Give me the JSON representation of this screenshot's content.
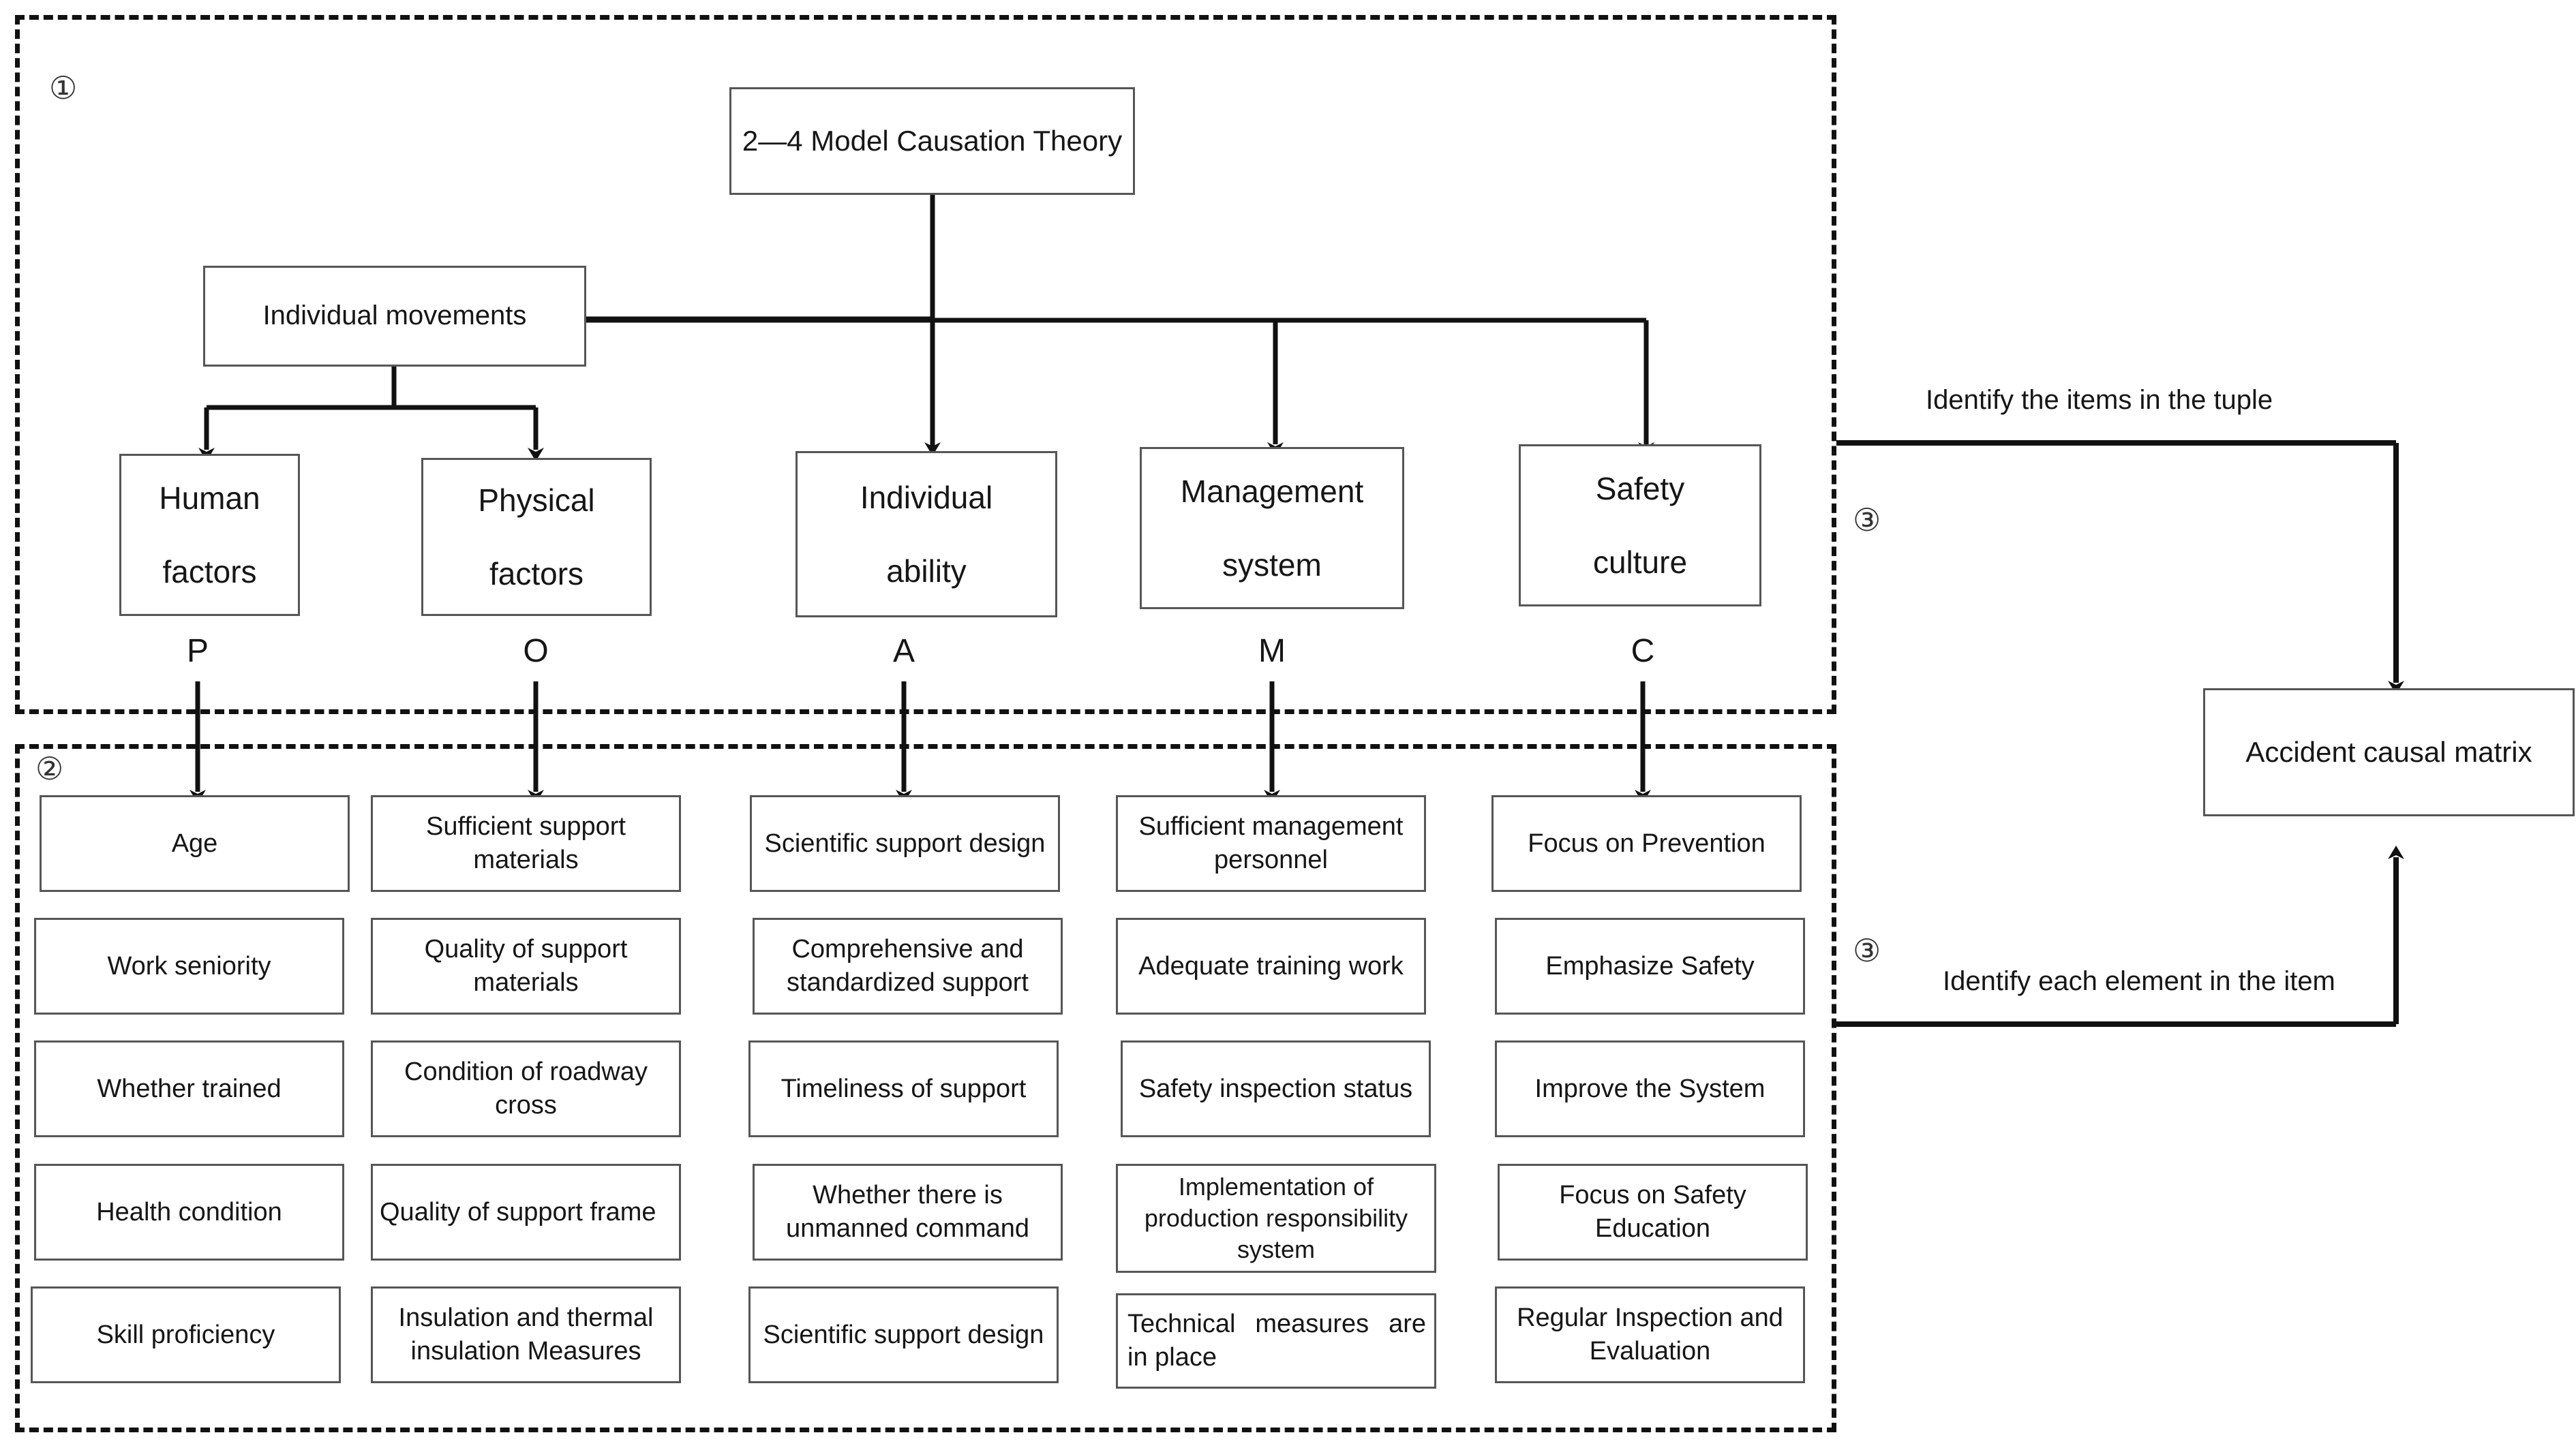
{
  "diagram": {
    "title_box": "2—4 Model Causation Theory",
    "level2": {
      "individual_movements": "Individual movements"
    },
    "level3": [
      {
        "label": "Human\nfactors",
        "line1": "Human",
        "line2": "factors",
        "tuple_letter": "P"
      },
      {
        "label": "Physical\nfactors",
        "line1": "Physical",
        "line2": "factors",
        "tuple_letter": "O"
      },
      {
        "label": "Individual\nability",
        "line1": "Individual",
        "line2": "ability",
        "tuple_letter": "A"
      },
      {
        "label": "Management\nsystem",
        "line1": "Management",
        "line2": "system",
        "tuple_letter": "M"
      },
      {
        "label": "Safety\nculture",
        "line1": "Safety",
        "line2": "culture",
        "tuple_letter": "C"
      }
    ],
    "elements": {
      "P": [
        "Age",
        "Work seniority",
        "Whether trained",
        "Health condition",
        "Skill proficiency"
      ],
      "O": [
        "Sufficient support materials",
        "Quality of support materials",
        "Condition of roadway cross",
        "Quality of support frame",
        "Insulation and thermal insulation Measures"
      ],
      "A": [
        "Scientific support design",
        "Comprehensive and standardized support",
        "Timeliness of support",
        "Whether there is unmanned command",
        "Scientific support design"
      ],
      "M": [
        "Sufficient management personnel",
        "Adequate training work",
        "Safety inspection status",
        "Implementation of production responsibility system",
        "Technical measures are in place"
      ],
      "C": [
        "Focus on Prevention",
        "Emphasize Safety",
        "Improve the System",
        "Focus on Safety Education",
        "Regular Inspection and Evaluation"
      ]
    },
    "markers": {
      "one": "①",
      "two": "②",
      "three_a": "③",
      "three_b": "③"
    },
    "annotations": {
      "identify_items": "Identify the items in the tuple",
      "identify_elements": "Identify each element in the item"
    },
    "output_box": "Accident causal matrix",
    "colors": {
      "stroke": "#565656",
      "line": "#111111",
      "text": "#161616",
      "background": "#ffffff"
    }
  }
}
